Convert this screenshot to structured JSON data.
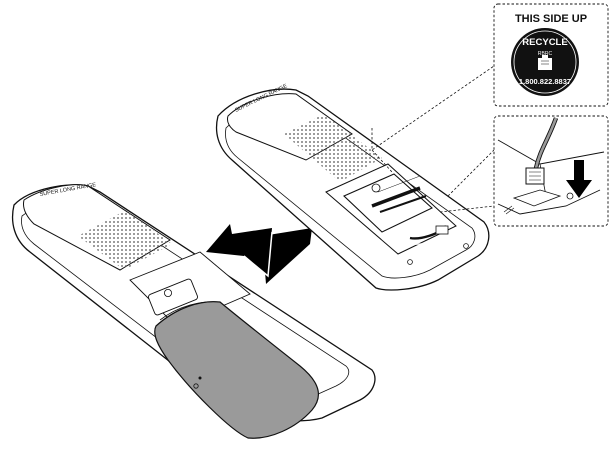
{
  "handset_front": {
    "brand_text": "SUPER LONG RANGE"
  },
  "handset_back": {
    "brand_text": "SUPER LONG RANGE"
  },
  "callout_label": {
    "title": "THIS SIDE UP",
    "seal_top": "RECYCLE",
    "seal_mid": "RBRC",
    "seal_phone": "1.800.822.8837"
  },
  "colors": {
    "line": "#111111",
    "grille": "#555555",
    "cover": "#9a9a9a",
    "arrow": "#000000",
    "paper": "#ffffff"
  },
  "icons": [
    "slide-arrow-icon",
    "insert-down-arrow-icon",
    "recycle-seal-icon",
    "battery-icon"
  ]
}
